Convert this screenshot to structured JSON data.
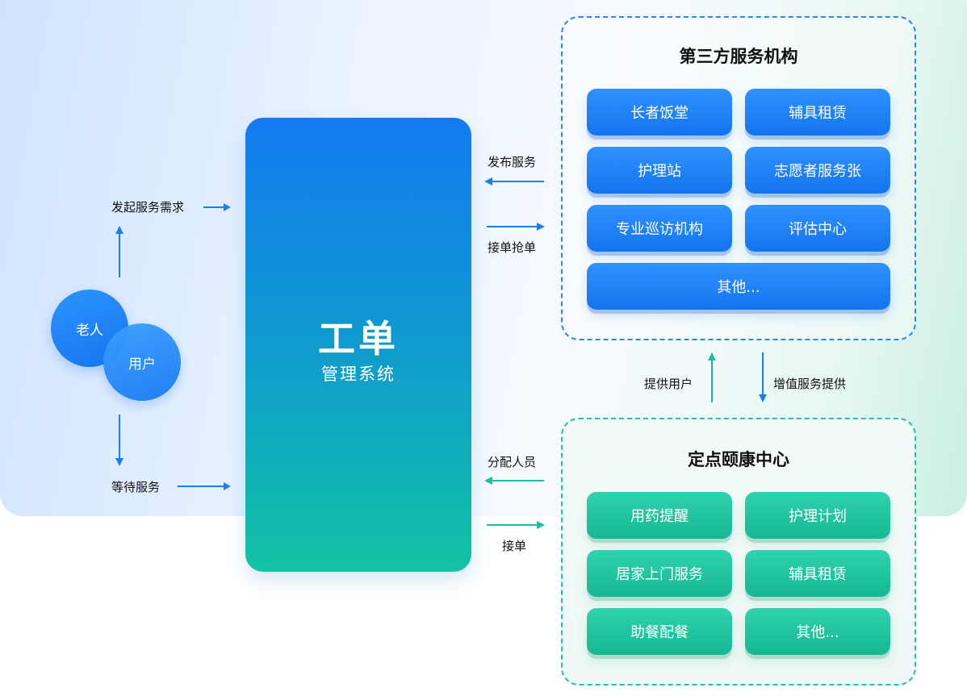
{
  "center": {
    "title": "工单",
    "subtitle": "管理系统"
  },
  "users": {
    "elder": "老人",
    "user": "用户"
  },
  "left_labels": {
    "initiate": "发起服务需求",
    "wait": "等待服务"
  },
  "third_party": {
    "title": "第三方服务机构",
    "items": [
      "长者饭堂",
      "辅具租赁",
      "护理站",
      "志愿者服务张",
      "专业巡访机构",
      "评估中心",
      "其他..."
    ]
  },
  "care_center": {
    "title": "定点颐康中心",
    "items": [
      "用药提醒",
      "护理计划",
      "居家上门服务",
      "辅具租赁",
      "助餐配餐",
      "其他..."
    ]
  },
  "flow_labels": {
    "publish": "发布服务",
    "accept_grab": "接单抢单",
    "assign": "分配人员",
    "accept": "接单",
    "provide_users": "提供用户",
    "value_added": "增值服务提供"
  },
  "colors": {
    "blue": "#1476ee",
    "green": "#16b792"
  }
}
